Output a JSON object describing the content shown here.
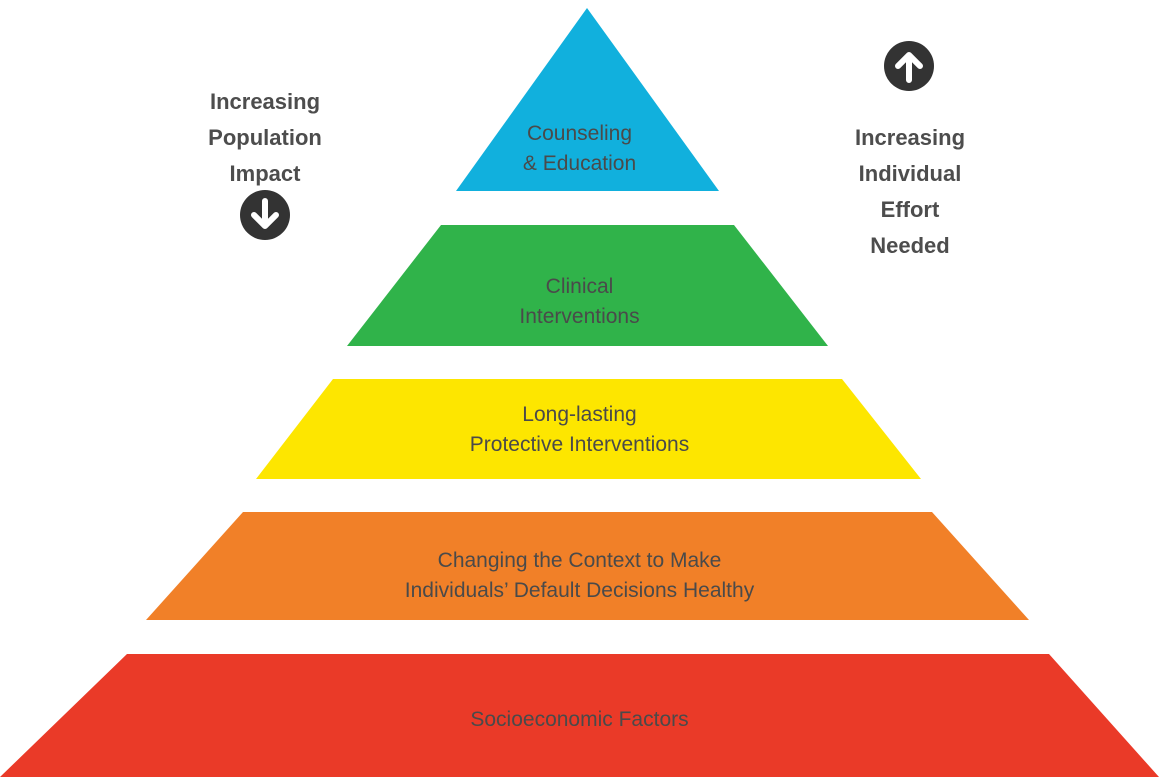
{
  "tiers": [
    {
      "lines": [
        "Counseling",
        "& Education"
      ],
      "color": "#11b0dd"
    },
    {
      "lines": [
        "Clinical",
        "Interventions"
      ],
      "color": "#30b34a"
    },
    {
      "lines": [
        "Long-lasting",
        "Protective Interventions"
      ],
      "color": "#fde600"
    },
    {
      "lines": [
        "Changing the Context to Make",
        "Individuals’ Default Decisions Healthy"
      ],
      "color": "#f18028"
    },
    {
      "lines": [
        "Socioeconomic Factors"
      ],
      "color": "#ea3a28"
    }
  ],
  "left_annotation": {
    "lines": [
      "Increasing",
      "Population",
      "Impact"
    ],
    "icon": "arrow-down-circle-icon"
  },
  "right_annotation": {
    "lines": [
      "Increasing",
      "Individual",
      "Effort",
      "Needed"
    ],
    "icon": "arrow-up-circle-icon"
  },
  "text_color": "#4a4a4a",
  "icon_color": "#333333"
}
